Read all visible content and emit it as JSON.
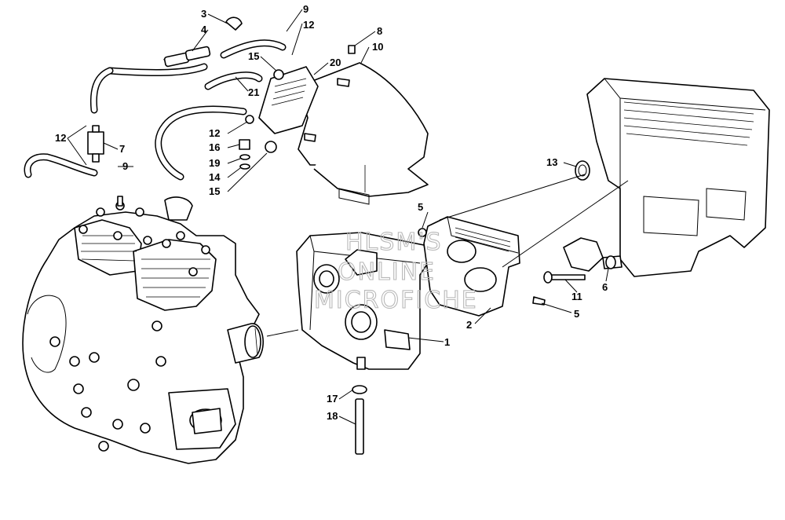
{
  "labels": {
    "l1": "1",
    "l2": "2",
    "l3": "3",
    "l4": "4",
    "l5a": "5",
    "l5b": "5",
    "l6": "6",
    "l7": "7",
    "l8": "8",
    "l9a": "9",
    "l9b": "9",
    "l10": "10",
    "l11": "11",
    "l12a": "12",
    "l12b": "12",
    "l12c": "12",
    "l13": "13",
    "l14": "14",
    "l15a": "15",
    "l15b": "15",
    "l16": "16",
    "l17": "17",
    "l18": "18",
    "l19": "19",
    "l20": "20",
    "l21": "21"
  },
  "watermark": {
    "line1": "HLSM'S",
    "line2": "ONLINE",
    "line3": "MICROFICHE"
  }
}
